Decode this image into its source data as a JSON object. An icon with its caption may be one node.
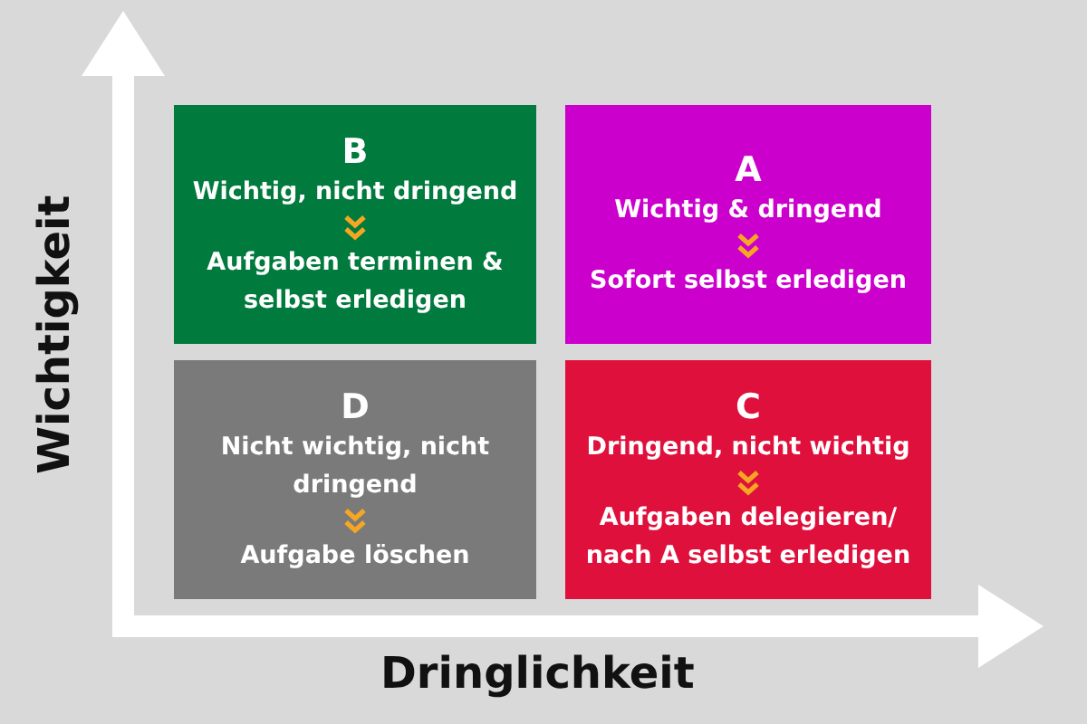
{
  "diagram": {
    "nodes": [
      {
        "text": [
          "B",
          "Wichtig, nicht dringend",
          "Aufgaben terminen & selbst erledigen"
        ]
      },
      {
        "text": [
          "A",
          "Wichtig & dringend",
          "Sofort selbst erledigen"
        ]
      },
      {
        "text": [
          "D",
          "Nicht wichtig, nicht dringend",
          "Aufgabe löschen"
        ]
      },
      {
        "text": [
          "C",
          "Dringend, nicht wichtig",
          "Aufgaben delegieren/ nach A selbst erledigen"
        ]
      }
    ],
    "labels": [
      "Wichtigkeit",
      "Dringlichkeit"
    ]
  }
}
